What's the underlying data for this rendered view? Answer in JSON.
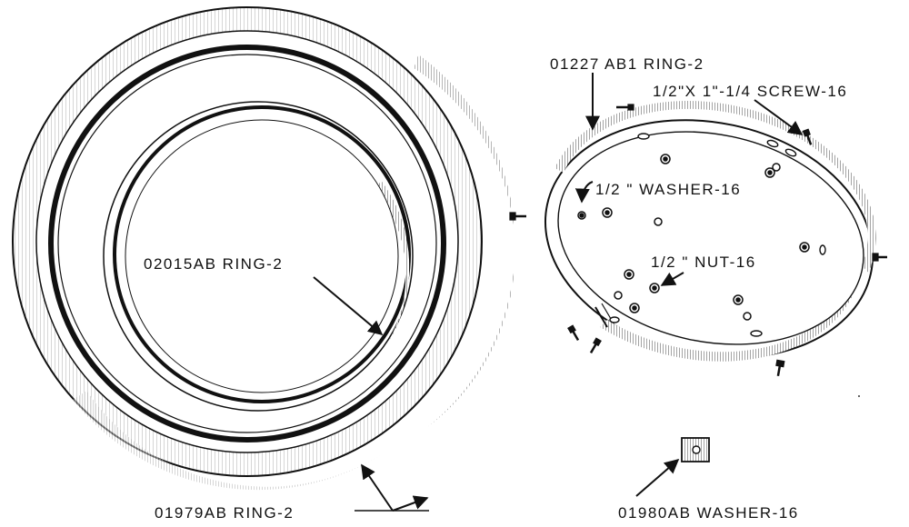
{
  "labels": {
    "ring_02015ab": "02015AB RING-2",
    "ring_01979ab": "01979AB RING-2",
    "ring_01227ab1": "01227 AB1 RING-2",
    "screw": "1/2\"X 1\"-1/4 SCREW-16",
    "washer_half": "1/2 \" WASHER-16",
    "nut": "1/2 \" NUT-16",
    "washer_01980ab": "01980AB WASHER-16"
  },
  "colors": {
    "ink": "#111111",
    "paper": "#ffffff"
  }
}
